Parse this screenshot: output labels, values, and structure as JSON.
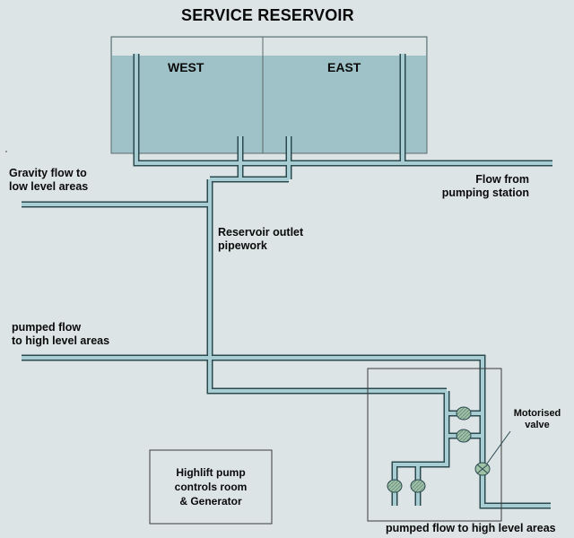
{
  "title": "SERVICE RESERVOIR",
  "tanks": {
    "west": "WEST",
    "east": "EAST"
  },
  "labels": {
    "gravity": [
      "Gravity flow to",
      "low level areas"
    ],
    "flow_from": [
      "Flow from",
      "pumping station"
    ],
    "outlet": [
      "Reservoir outlet",
      "pipework"
    ],
    "pumped_upper": [
      "pumped flow",
      "to high level areas"
    ],
    "motorised": [
      "Motorised",
      "valve"
    ],
    "room": [
      "Highlift pump",
      "controls room",
      "& Generator"
    ],
    "pumped_bottom": "pumped flow to high level areas"
  },
  "colors": {
    "background": "#dde4e6",
    "water": "#9ec2c8",
    "tank_top": "#dde4e6",
    "pipe_fill": "#a8cdd2",
    "pipe_edge": "#2b4a50",
    "pump_fill": "#9fc1a6",
    "outline": "#3a3a3a",
    "text": "#0a0a0a"
  },
  "icons": [
    "pump-icon",
    "motorised-valve-icon"
  ]
}
